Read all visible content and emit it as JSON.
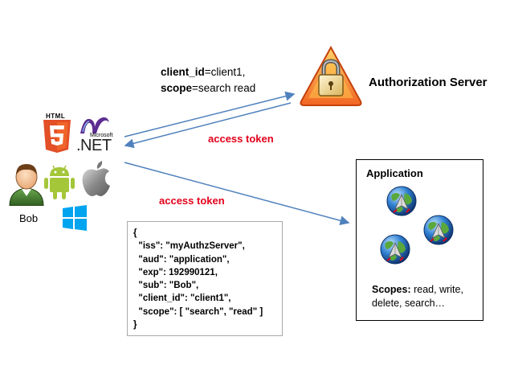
{
  "diagram": {
    "request": {
      "client_id_key": "client_id",
      "client_id_value": "=client1,",
      "scope_key": "scope",
      "scope_value": "=search read"
    },
    "auth_server_title": "Authorization Server",
    "token_label_1": "access token",
    "token_label_2": "access token",
    "user_name": "Bob",
    "html_word": "HTML",
    "ms_word": "Microsoft",
    "net_word": ".NET",
    "jwt_text": "{\n  \"iss\": \"myAuthzServer\",\n  \"aud\": \"application\",\n  \"exp\": 192990121,\n  \"sub\": \"Bob\",\n  \"client_id\": \"client1\",\n  \"scope\": [ \"search\", \"read\" ]\n}",
    "application_title": "Application",
    "scopes_key": "Scopes:",
    "scopes_value": " read, write, delete, search…",
    "colors": {
      "arrow": "#4f81bd",
      "token": "#e3001b",
      "warning_orange": "#f7941d",
      "html5_orange": "#e34f26",
      "android_green": "#a4c639",
      "windows_blue": "#00a4ef",
      "net_purple": "#5c2d91"
    },
    "icons": [
      "lock-warning-icon",
      "html5-icon",
      "dotnet-icon",
      "user-avatar-icon",
      "android-icon",
      "apple-icon",
      "windows-icon",
      "globe-app-icon"
    ]
  }
}
